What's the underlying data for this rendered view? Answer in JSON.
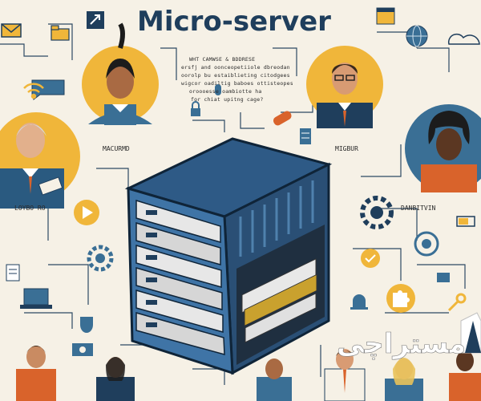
{
  "title": "Micro-server",
  "blurb": [
    "WHT CAMWSE & BDDRESE",
    "ersfj and oonceopetiiole dbreodan",
    "oorolp bu estaiblieting citodgees",
    "wigcor oadiltig baboes ottisteopes",
    "oroooesse oambiotte ha",
    "for chiat upitng cage?"
  ],
  "labels": {
    "top_left": "MACURMD",
    "top_right": "MIGBUR",
    "mid_left": "LOYBO RO",
    "mid_right": "DANBITVIN"
  },
  "watermark": "مستراچی",
  "colors": {
    "background": "#f6f1e6",
    "navy": "#1f3e5c",
    "blue": "#3a6f95",
    "yellow": "#f0b63a",
    "orange": "#d9632b"
  }
}
